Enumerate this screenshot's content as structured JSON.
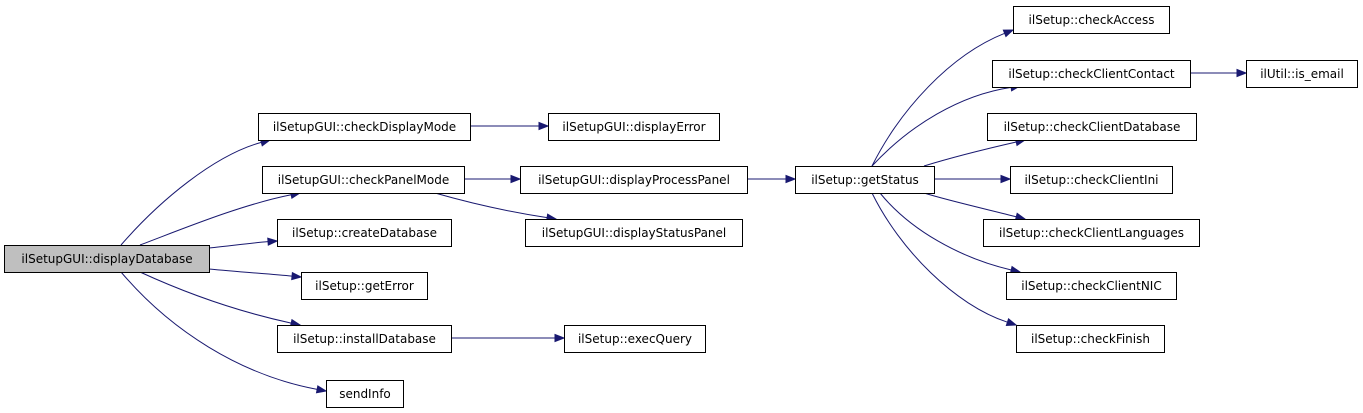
{
  "diagram": {
    "type": "call-graph",
    "colors": {
      "edge": "#191970",
      "node_border": "#000000",
      "node_fill": "#ffffff",
      "root_fill": "#bfbfbf"
    },
    "nodes": [
      {
        "id": "displayDatabase",
        "label": "ilSetupGUI::displayDatabase",
        "root": true
      },
      {
        "id": "checkDisplayMode",
        "label": "ilSetupGUI::checkDisplayMode"
      },
      {
        "id": "checkPanelMode",
        "label": "ilSetupGUI::checkPanelMode"
      },
      {
        "id": "createDatabase",
        "label": "ilSetup::createDatabase"
      },
      {
        "id": "getError",
        "label": "ilSetup::getError"
      },
      {
        "id": "installDatabase",
        "label": "ilSetup::installDatabase"
      },
      {
        "id": "sendInfo",
        "label": "sendInfo"
      },
      {
        "id": "displayError",
        "label": "ilSetupGUI::displayError"
      },
      {
        "id": "displayProcessPanel",
        "label": "ilSetupGUI::displayProcessPanel"
      },
      {
        "id": "displayStatusPanel",
        "label": "ilSetupGUI::displayStatusPanel"
      },
      {
        "id": "execQuery",
        "label": "ilSetup::execQuery"
      },
      {
        "id": "getStatus",
        "label": "ilSetup::getStatus"
      },
      {
        "id": "checkAccess",
        "label": "ilSetup::checkAccess"
      },
      {
        "id": "checkClientContact",
        "label": "ilSetup::checkClientContact"
      },
      {
        "id": "checkClientDatabase",
        "label": "ilSetup::checkClientDatabase"
      },
      {
        "id": "checkClientIni",
        "label": "ilSetup::checkClientIni"
      },
      {
        "id": "checkClientLanguages",
        "label": "ilSetup::checkClientLanguages"
      },
      {
        "id": "checkClientNIC",
        "label": "ilSetup::checkClientNIC"
      },
      {
        "id": "checkFinish",
        "label": "ilSetup::checkFinish"
      },
      {
        "id": "is_email",
        "label": "ilUtil::is_email"
      }
    ],
    "edges": [
      {
        "from": "displayDatabase",
        "to": "checkDisplayMode"
      },
      {
        "from": "displayDatabase",
        "to": "checkPanelMode"
      },
      {
        "from": "displayDatabase",
        "to": "createDatabase"
      },
      {
        "from": "displayDatabase",
        "to": "getError"
      },
      {
        "from": "displayDatabase",
        "to": "installDatabase"
      },
      {
        "from": "displayDatabase",
        "to": "sendInfo"
      },
      {
        "from": "checkDisplayMode",
        "to": "displayError"
      },
      {
        "from": "checkPanelMode",
        "to": "displayProcessPanel"
      },
      {
        "from": "checkPanelMode",
        "to": "displayStatusPanel"
      },
      {
        "from": "installDatabase",
        "to": "execQuery"
      },
      {
        "from": "displayProcessPanel",
        "to": "getStatus"
      },
      {
        "from": "getStatus",
        "to": "checkAccess"
      },
      {
        "from": "getStatus",
        "to": "checkClientContact"
      },
      {
        "from": "getStatus",
        "to": "checkClientDatabase"
      },
      {
        "from": "getStatus",
        "to": "checkClientIni"
      },
      {
        "from": "getStatus",
        "to": "checkClientLanguages"
      },
      {
        "from": "getStatus",
        "to": "checkClientNIC"
      },
      {
        "from": "getStatus",
        "to": "checkFinish"
      },
      {
        "from": "checkClientContact",
        "to": "is_email"
      }
    ]
  }
}
